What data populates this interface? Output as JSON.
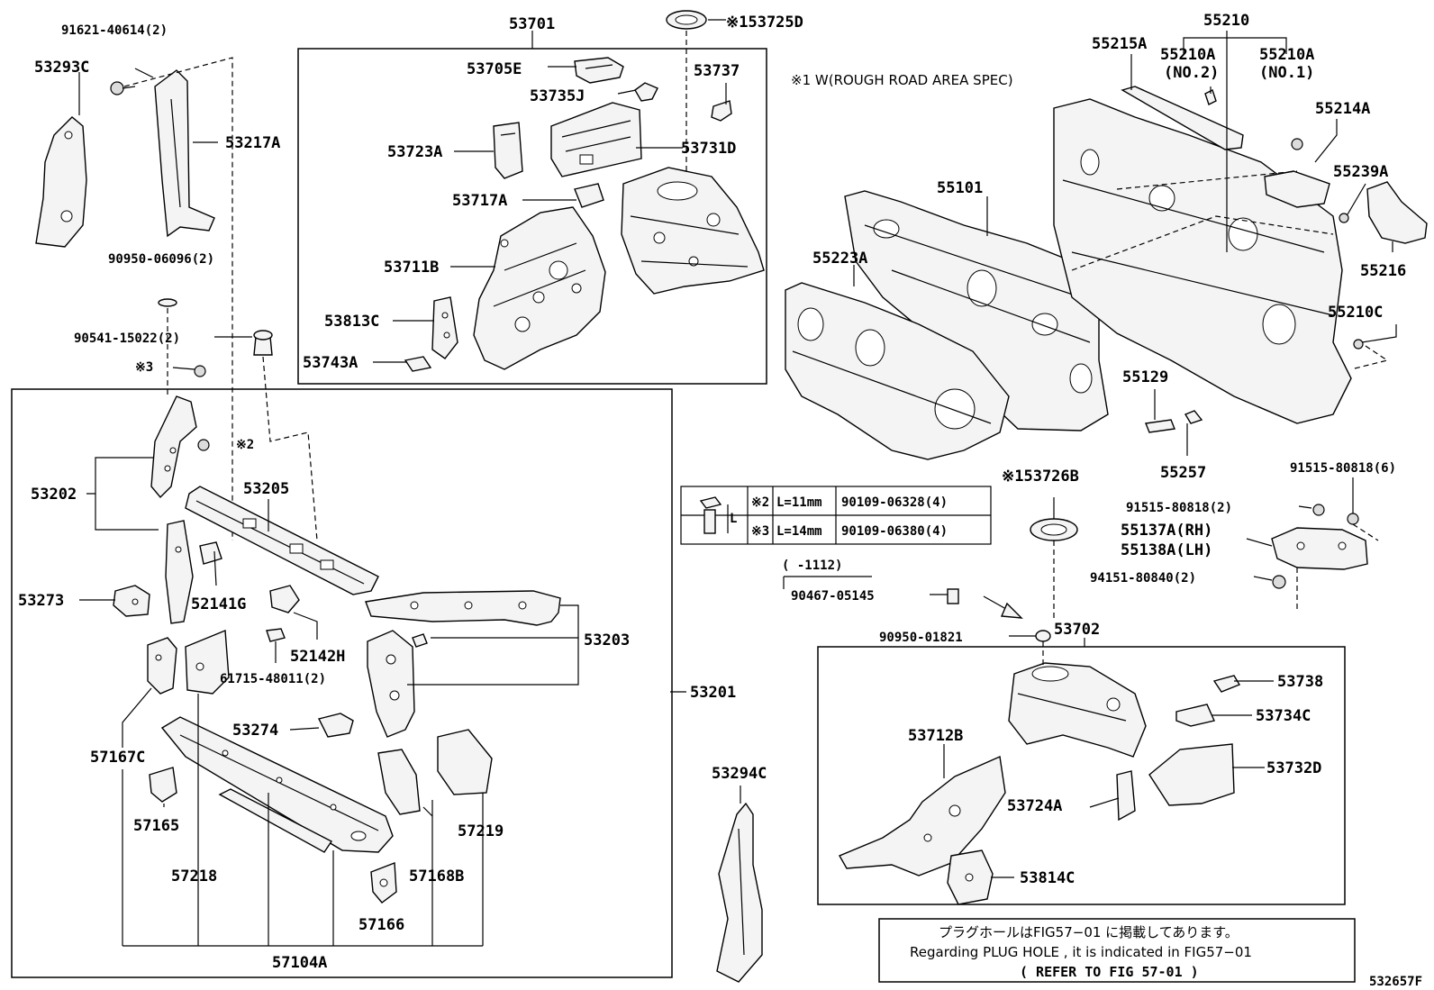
{
  "labels": {
    "p53701": "53701",
    "p53725D": "※153725D",
    "p53705E": "53705E",
    "p53737": "53737",
    "p53735J": "53735J",
    "p53723A": "53723A",
    "p53731D": "53731D",
    "p53717A": "53717A",
    "p53711B": "53711B",
    "p53813C": "53813C",
    "p53743A": "53743A",
    "p91621": "91621-40614(2)",
    "p53293C": "53293C",
    "p53217A": "53217A",
    "p90950_06096": "90950-06096(2)",
    "p90541": "90541-15022(2)",
    "note3": "※3",
    "note2": "※2",
    "p53202": "53202",
    "p53205": "53205",
    "p53273": "53273",
    "p52141G": "52141G",
    "p52142H": "52142H",
    "p61715": "61715-48011(2)",
    "p53203": "53203",
    "p53201": "53201",
    "p53274": "53274",
    "p57167C": "57167C",
    "p57165": "57165",
    "p57218": "57218",
    "p57219": "57219",
    "p57168B": "57168B",
    "p57166": "57166",
    "p57104A": "57104A",
    "p53294C": "53294C",
    "p55210": "55210",
    "p55215A": "55215A",
    "p55210A_2": "55210A",
    "p55210A_2sub": "(NO.2)",
    "p55210A_1": "55210A",
    "p55210A_1sub": "(NO.1)",
    "spec_note": "※1 W(ROUGH ROAD AREA SPEC)",
    "p55214A": "55214A",
    "p55239A": "55239A",
    "p55101": "55101",
    "p55223A": "55223A",
    "p55216": "55216",
    "p55210C": "55210C",
    "p55129": "55129",
    "p55257": "55257",
    "p53726B": "※153726B",
    "p91515_6": "91515-80818(6)",
    "p91515_2": "91515-80818(2)",
    "p55137A": "55137A(RH)",
    "p55138A": "55138A(LH)",
    "p94151": "94151-80840(2)",
    "p1112": "(      -1112)",
    "p90467": "90467-05145",
    "p90950_01821": "90950-01821",
    "p53702": "53702",
    "p53738": "53738",
    "p53734C": "53734C",
    "p53712B": "53712B",
    "p53732D": "53732D",
    "p53724A": "53724A",
    "p53814C": "53814C",
    "fig_id": "532657F"
  },
  "bolt_table": {
    "dim_label": "L",
    "rows": [
      {
        "mark": "※2",
        "length": "L=11mm",
        "part": "90109-06328(4)"
      },
      {
        "mark": "※3",
        "length": "L=14mm",
        "part": "90109-06380(4)"
      }
    ]
  },
  "plug_note": {
    "line1": "プラグホールはFIG57−01 に掲載してあります。",
    "line2": "Regarding  PLUG  HOLE , it is  indicated  in  FIG57−01",
    "line3": "(  REFER TO FIG 57-01 )"
  }
}
